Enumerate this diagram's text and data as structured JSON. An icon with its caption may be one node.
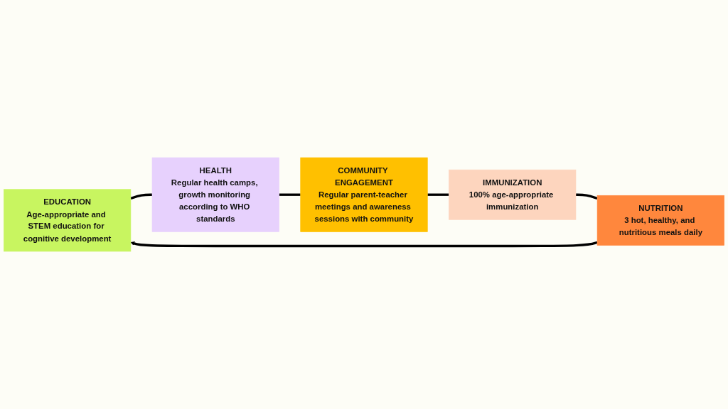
{
  "diagram": {
    "nodes": [
      {
        "text": [
          "EDUCATION",
          "Age-appropriate and STEM education for cognitive development"
        ]
      },
      {
        "text": [
          "HEALTH",
          "Regular health camps, growth monitoring according to WHO standards"
        ]
      },
      {
        "text": [
          "COMMUNITY ENGAGEMENT",
          "Regular parent-teacher meetings and awareness sessions with community"
        ]
      },
      {
        "text": [
          "IMMUNIZATION",
          "100% age-appropriate immunization"
        ]
      },
      {
        "text": [
          "NUTRITION",
          "3 hot, healthy, and nutritious meals daily"
        ]
      }
    ],
    "edges": [
      {
        "from": 0,
        "to": 1,
        "arrow": "none"
      },
      {
        "from": 1,
        "to": 2,
        "arrow": "none"
      },
      {
        "from": 2,
        "to": 3,
        "arrow": "none"
      },
      {
        "from": 3,
        "to": 4,
        "arrow": "none"
      },
      {
        "from": 4,
        "to": 0,
        "arrow": "to"
      }
    ]
  }
}
